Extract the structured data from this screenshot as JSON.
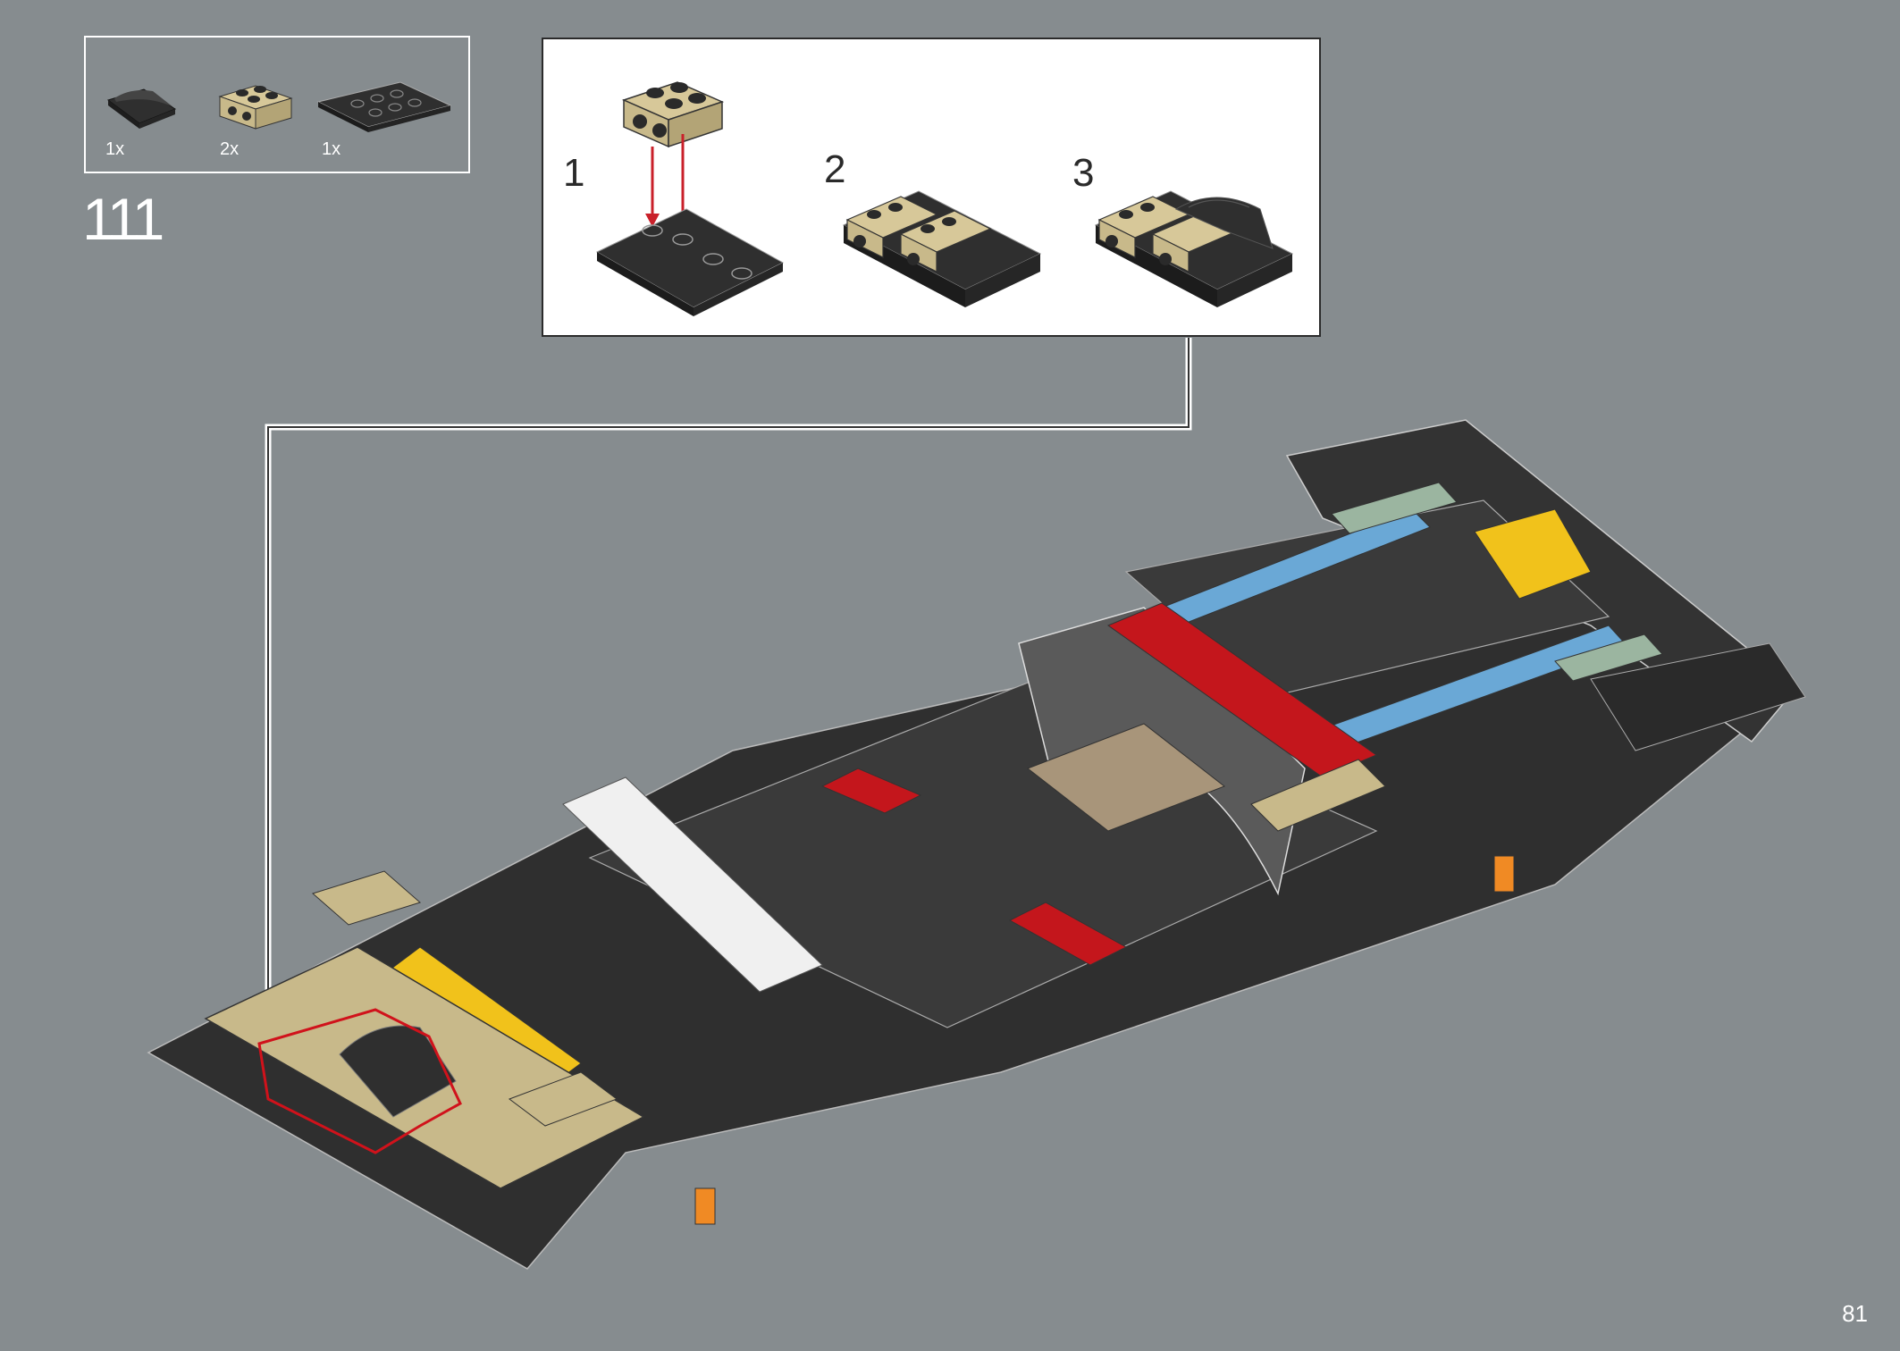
{
  "parts_list": {
    "items": [
      {
        "name": "black curved slope 2x2",
        "qty": "1x",
        "icon": "black-curved-slope-icon"
      },
      {
        "name": "tan plate 2x2 with studs on side",
        "qty": "2x",
        "icon": "tan-side-stud-plate-icon"
      },
      {
        "name": "black plate 2x4",
        "qty": "1x",
        "icon": "black-plate-2x4-icon"
      }
    ]
  },
  "step": {
    "number": "111"
  },
  "substeps": [
    {
      "label": "1"
    },
    {
      "label": "2"
    },
    {
      "label": "3"
    }
  ],
  "colors": {
    "background": "#868c8f",
    "black_brick": "#2f2f2f",
    "tan_brick": "#c8b98a",
    "red_brick": "#c4161c",
    "blue_brick": "#6aa8d6",
    "sand_green": "#9bb5a0",
    "yellow_brick": "#f1c21b",
    "arrow_red": "#c9202a",
    "callout_red": "#d0121b"
  },
  "page": {
    "number": "81"
  }
}
